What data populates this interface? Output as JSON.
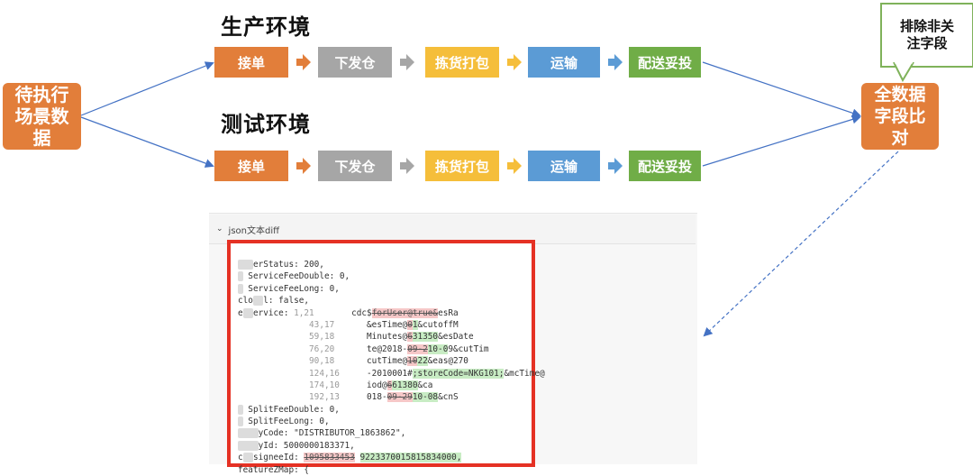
{
  "source": {
    "label": "待执行场景数据",
    "color": "#e27e3a"
  },
  "environments": [
    {
      "title": "生产环境"
    },
    {
      "title": "测试环境"
    }
  ],
  "steps": [
    {
      "label": "接单",
      "color": "#e27e3a"
    },
    {
      "label": "下发仓",
      "color": "#a6a6a6"
    },
    {
      "label": "拣货打包",
      "color": "#f5be3a"
    },
    {
      "label": "运输",
      "color": "#5b9bd5"
    },
    {
      "label": "配送妥投",
      "color": "#70ad47"
    }
  ],
  "step_arrow_colors": [
    "#e27e3a",
    "#a6a6a6",
    "#f5be3a",
    "#5b9bd5"
  ],
  "compare": {
    "label": "全数据字段比对",
    "color": "#e27e3a"
  },
  "callout": {
    "label": "排除非关注字段",
    "border_color": "#7fb25a"
  },
  "diff_panel": {
    "header": "json文本diff",
    "border_color": "#e53124",
    "lines": [
      {
        "parts": [
          {
            "t": "   ",
            "c": "blur"
          },
          {
            "t": "erStatus: 200,",
            "c": ""
          }
        ]
      },
      {
        "parts": [
          {
            "t": " ",
            "c": "blur"
          },
          {
            "t": " ServiceFeeDouble: 0,",
            "c": ""
          }
        ]
      },
      {
        "parts": [
          {
            "t": " ",
            "c": "blur"
          },
          {
            "t": " ServiceFeeLong: 0,",
            "c": ""
          }
        ]
      },
      {
        "parts": [
          {
            "t": "clo",
            "c": ""
          },
          {
            "t": "  ",
            "c": "blur"
          },
          {
            "t": "l: false,",
            "c": ""
          }
        ]
      },
      {
        "parts": [
          {
            "t": "e",
            "c": ""
          },
          {
            "t": "  ",
            "c": "blur"
          },
          {
            "t": "ervice: ",
            "c": ""
          },
          {
            "t": "1,21",
            "c": "lnum"
          },
          {
            "t": "cdc$",
            "c": ""
          },
          {
            "t": "forUser@true&",
            "c": "del"
          },
          {
            "t": "esRa",
            "c": ""
          }
        ]
      },
      {
        "parts": [
          {
            "t": "              ",
            "c": ""
          },
          {
            "t": "43,17",
            "c": "lnum"
          },
          {
            "t": "&esTime@",
            "c": ""
          },
          {
            "t": "0",
            "c": "del"
          },
          {
            "t": "1",
            "c": "add"
          },
          {
            "t": "&cutoffM",
            "c": ""
          }
        ]
      },
      {
        "parts": [
          {
            "t": "              ",
            "c": ""
          },
          {
            "t": "59,18",
            "c": "lnum"
          },
          {
            "t": "Minutes@",
            "c": ""
          },
          {
            "t": "6",
            "c": "del"
          },
          {
            "t": "31350",
            "c": "add"
          },
          {
            "t": "&esDate",
            "c": ""
          }
        ]
      },
      {
        "parts": [
          {
            "t": "              ",
            "c": ""
          },
          {
            "t": "76,20",
            "c": "lnum"
          },
          {
            "t": "te@2018-",
            "c": ""
          },
          {
            "t": "09-2",
            "c": "del"
          },
          {
            "t": "10-0",
            "c": "add"
          },
          {
            "t": "9&cutTim",
            "c": ""
          }
        ]
      },
      {
        "parts": [
          {
            "t": "              ",
            "c": ""
          },
          {
            "t": "90,18",
            "c": "lnum"
          },
          {
            "t": "cutTime@",
            "c": ""
          },
          {
            "t": "10",
            "c": "del"
          },
          {
            "t": "22",
            "c": "add"
          },
          {
            "t": "&eas@270",
            "c": ""
          }
        ]
      },
      {
        "parts": [
          {
            "t": "              ",
            "c": ""
          },
          {
            "t": "124,16",
            "c": "lnum"
          },
          {
            "t": "-2010001#",
            "c": ""
          },
          {
            "t": ";storeCode=NKG101;",
            "c": "add"
          },
          {
            "t": "&mcTime@",
            "c": ""
          }
        ]
      },
      {
        "parts": [
          {
            "t": "              ",
            "c": ""
          },
          {
            "t": "174,10",
            "c": "lnum"
          },
          {
            "t": "iod@",
            "c": ""
          },
          {
            "t": "6",
            "c": "del"
          },
          {
            "t": "61380",
            "c": "add"
          },
          {
            "t": "&ca",
            "c": ""
          }
        ]
      },
      {
        "parts": [
          {
            "t": "              ",
            "c": ""
          },
          {
            "t": "192,13",
            "c": "lnum"
          },
          {
            "t": "018-",
            "c": ""
          },
          {
            "t": "09-29",
            "c": "del"
          },
          {
            "t": "10-08",
            "c": "add"
          },
          {
            "t": "&cnS",
            "c": ""
          }
        ]
      },
      {
        "parts": [
          {
            "t": " ",
            "c": "blur"
          },
          {
            "t": " SplitFeeDouble: 0,",
            "c": ""
          }
        ]
      },
      {
        "parts": [
          {
            "t": " ",
            "c": "blur"
          },
          {
            "t": " SplitFeeLong: 0,",
            "c": ""
          }
        ]
      },
      {
        "parts": [
          {
            "t": "    ",
            "c": "blur"
          },
          {
            "t": "yCode: \"DISTRIBUTOR_1863862\",",
            "c": ""
          }
        ]
      },
      {
        "parts": [
          {
            "t": "    ",
            "c": "blur"
          },
          {
            "t": "yId: 5000000183371,",
            "c": ""
          }
        ]
      },
      {
        "parts": [
          {
            "t": "c",
            "c": ""
          },
          {
            "t": "  ",
            "c": "blur"
          },
          {
            "t": "signeeId: ",
            "c": ""
          },
          {
            "t": "1095833453",
            "c": "del"
          },
          {
            "t": " ",
            "c": ""
          },
          {
            "t": "9223370015815834000,",
            "c": "add"
          }
        ]
      },
      {
        "parts": [
          {
            "t": "featureZMap: {",
            "c": ""
          }
        ]
      }
    ]
  }
}
